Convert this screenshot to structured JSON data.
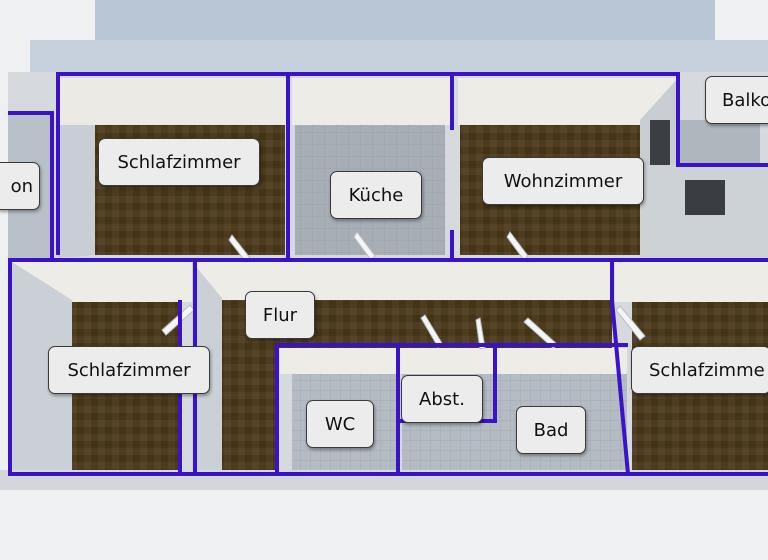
{
  "floorplan": {
    "rooms": [
      {
        "id": "balkon-left",
        "label": "on"
      },
      {
        "id": "schlafzimmer-1",
        "label": "Schlafzimmer"
      },
      {
        "id": "kueche",
        "label": "Küche"
      },
      {
        "id": "wohnzimmer",
        "label": "Wohnzimmer"
      },
      {
        "id": "balkon-right",
        "label": "Balko"
      },
      {
        "id": "schlafzimmer-2",
        "label": "Schlafzimmer"
      },
      {
        "id": "flur",
        "label": "Flur"
      },
      {
        "id": "wc",
        "label": "WC"
      },
      {
        "id": "abst",
        "label": "Abst."
      },
      {
        "id": "bad",
        "label": "Bad"
      },
      {
        "id": "schlafzimmer-3",
        "label": "Schlafzimme"
      }
    ],
    "colors": {
      "wall_outline": "#3a12c8",
      "wood_floor": "#4a3a1c",
      "tile_floor": "#a9b0b8",
      "wall_face": "#d9dde3",
      "label_bg": "#ececec"
    }
  }
}
